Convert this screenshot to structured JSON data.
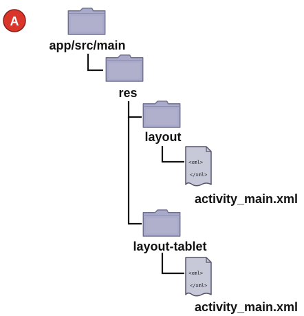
{
  "badge": {
    "letter": "A",
    "color": "#d9352a"
  },
  "colors": {
    "folder": "#a9a9c9",
    "folder_edge": "#6f6f8f",
    "file": "#c7c8d8",
    "file_edge": "#55556a",
    "line": "#111111"
  },
  "tree": {
    "root": {
      "label": "app/src/main",
      "icon": "folder-icon"
    },
    "res": {
      "label": "res",
      "icon": "folder-icon"
    },
    "layout": {
      "label": "layout",
      "icon": "folder-icon"
    },
    "file1": {
      "label": "activity_main.xml",
      "icon": "xml-file-icon",
      "tag_open": "<xml>",
      "tag_close": "</xml>"
    },
    "layout_tablet": {
      "label": "layout-tablet",
      "icon": "folder-icon"
    },
    "file2": {
      "label": "activity_main.xml",
      "icon": "xml-file-icon",
      "tag_open": "<xml>",
      "tag_close": "</xml>"
    }
  }
}
